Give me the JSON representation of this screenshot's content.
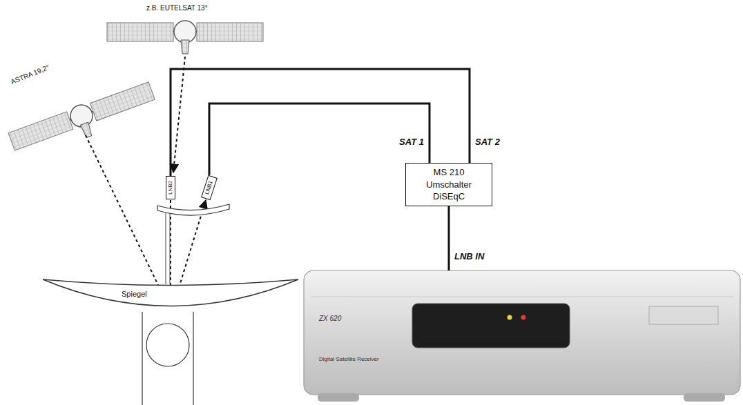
{
  "diagram": {
    "nodes": [
      {
        "text": [
          "LNB2"
        ]
      },
      {
        "text": [
          "LNB1"
        ]
      },
      {
        "text": [
          "MS 210 Umschalter DiSEqC"
        ]
      },
      {
        "text": [
          "ZX 620",
          "Digital Satellite Receiver"
        ]
      }
    ],
    "edges": [
      {
        "from": 0,
        "to": 2,
        "label": "SAT 2",
        "arrow": "none"
      },
      {
        "from": 1,
        "to": 2,
        "label": "SAT 1",
        "arrow": "none"
      },
      {
        "from": 2,
        "to": 3,
        "label": "LNB IN",
        "arrow": "none"
      }
    ],
    "labels": [
      "z.B. EUTELSAT 13°",
      "ASTRA 19,2°",
      "Spiegel"
    ]
  }
}
